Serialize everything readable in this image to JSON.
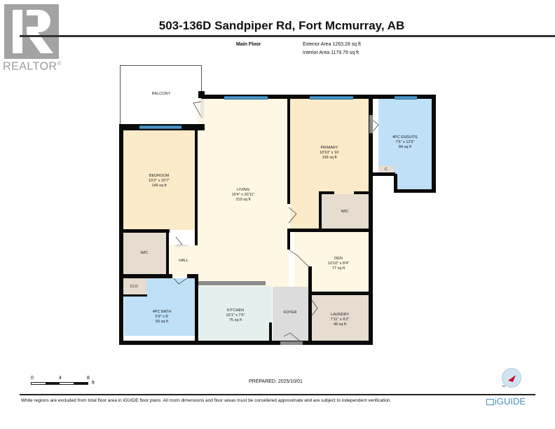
{
  "logo": {
    "brand": "REALTOR",
    "mark": "®"
  },
  "header": {
    "title": "503-136D Sandpiper Rd, Fort Mcmurray, AB",
    "floor": "Main Floor",
    "exterior_area": "Exterior Area 1263.28 sq ft",
    "interior_area": "Interior Area 1179.79 sq ft"
  },
  "rooms": {
    "balcony": {
      "name": "BALCONY"
    },
    "bedroom": {
      "name": "BEDROOM",
      "dims": "10'2\" x 15'7\"",
      "area": "146 sq ft"
    },
    "living": {
      "name": "LIVING",
      "dims": "15'4\" x 20'11\"",
      "area": "319 sq ft"
    },
    "primary": {
      "name": "PRIMARY",
      "dims": "10'10\" x 16'",
      "area": "159 sq ft"
    },
    "ensuite": {
      "name": "4PC ENSUITE",
      "dims": "7'5\" x 12'6\"",
      "area": "84 sq ft"
    },
    "ensuite_closet": {
      "name": "C"
    },
    "primary_wic": {
      "name": "WIC"
    },
    "bedroom_wic": {
      "name": "WIC"
    },
    "hall": {
      "name": "HALL"
    },
    "den": {
      "name": "DEN",
      "dims": "10'10\" x 8'4\"",
      "area": "77 sq ft"
    },
    "clo": {
      "name": "CLO"
    },
    "bath": {
      "name": "4PC BATH",
      "dims": "6'9\" x 8'",
      "area": "69 sq ft"
    },
    "kitchen": {
      "name": "KITCHEN",
      "dims": "10'1\" x 7'6\"",
      "area": "75 sq ft"
    },
    "foyer": {
      "name": "FOYER"
    },
    "laundry": {
      "name": "LAUNDRY",
      "dims": "7'11\" x 6'2\"",
      "area": "48 sq ft"
    }
  },
  "colors": {
    "bedroom": "#fbebc9",
    "living": "#fdf7e3",
    "bath": "#bfe0f7",
    "utility": "#e6dccf",
    "kitchen": "#e5f0ee",
    "foyer": "#dcdcdc",
    "window": "#4a97c9"
  },
  "scale": {
    "ticks": [
      "0",
      "4",
      "8"
    ],
    "unit": "ft"
  },
  "footer": {
    "prepared": "PREPARED: 2025/10/01",
    "disclaimer": "White regions are excluded from total floor area in iGUIDE floor plans. All room dimensions and floor areas must be considered approximate and are subject to independent verification.",
    "brand": "iGUIDE"
  }
}
